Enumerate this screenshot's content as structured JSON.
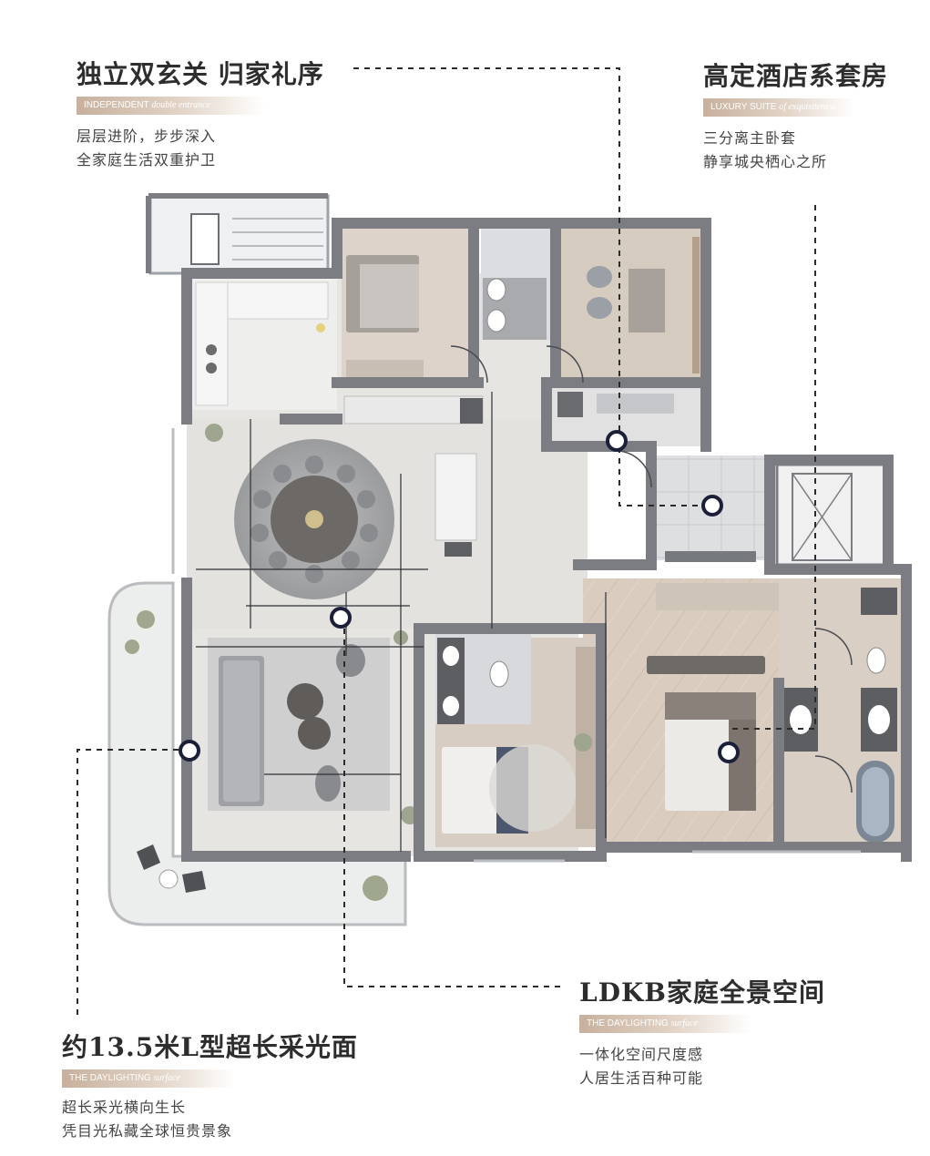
{
  "annotations": {
    "entrance": {
      "title": "独立双玄关 归家礼序",
      "tag_main": "INDEPENDENT",
      "tag_italic": "double entrance",
      "lines": [
        "层层进阶，步步深入",
        "全家庭生活双重护卫"
      ]
    },
    "suite": {
      "title": "高定酒店系套房",
      "tag_main": "LUXURY SUITE",
      "tag_italic": "of exquisiteness",
      "lines": [
        "三分离主卧套",
        "静享城央栖心之所"
      ]
    },
    "ldkb": {
      "title": "LDKB家庭全景空间",
      "tag_main": "THE DAYLIGHTING",
      "tag_italic": "surface",
      "lines": [
        "一体化空间尺度感",
        "人居生活百种可能"
      ]
    },
    "daylight": {
      "title": "约13.5米L型超长采光面",
      "tag_main": "THE DAYLIGHTING",
      "tag_italic": "surface",
      "lines": [
        "超长采光横向生长",
        "凭目光私藏全球恒贵景象"
      ]
    }
  },
  "colors": {
    "wall": "#7b7d82",
    "marble": "#e6e5e1",
    "wood": "#d8cbbd",
    "accent_tag": "#c7b09d",
    "marker": "#1b1f3a"
  }
}
